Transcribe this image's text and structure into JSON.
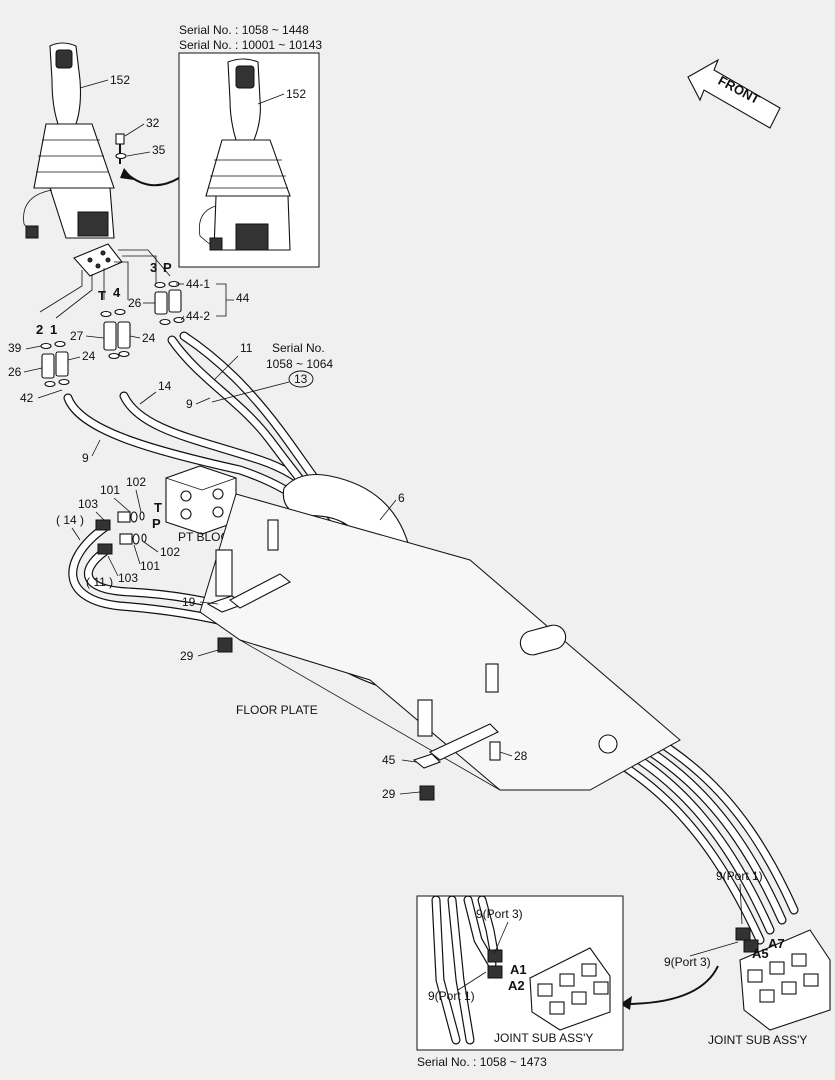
{
  "serial_top_1": "Serial No. : 1058 ~ 1448",
  "serial_top_2": "Serial No. : 10001 ~ 10143",
  "serial_bottom": "Serial No. : 1058 ~ 1473",
  "serial_mid_1": "Serial No.",
  "serial_mid_2": "1058 ~ 1064",
  "front_label": "FRONT",
  "pt_block_label": "PT BLOCK",
  "floor_plate_label": "FLOOR PLATE",
  "joint_label": "JOINT SUB ASS'Y",
  "port_labels": {
    "T": "T",
    "P": "P",
    "n1": "1",
    "n2": "2",
    "n3": "3",
    "n4": "4"
  },
  "hose_labels": {
    "port1_right": "9(Port 1)",
    "port3_right": "9(Port 3)",
    "port3_inset": "9(Port 3)",
    "port1_inset": "9(Port 1)",
    "A1": "A1",
    "A2": "A2",
    "A5": "A5",
    "A7": "A7"
  },
  "part_numbers": {
    "p152": "152",
    "p152b": "152",
    "p32": "32",
    "p35": "35",
    "p44_1": "44-1",
    "p44": "44",
    "p44_2": "44-2",
    "p26a": "26",
    "p26b": "26",
    "p27": "27",
    "p24a": "24",
    "p24b": "24",
    "p39": "39",
    "p42": "42",
    "p9a": "9",
    "p9b": "9",
    "p11": "11",
    "p14": "14",
    "p13": "13",
    "p6": "6",
    "p101a": "101",
    "p101b": "101",
    "p102a": "102",
    "p102b": "102",
    "p103a": "103",
    "p103b": "103",
    "p14p": "( 14 )",
    "p11p": "( 11 )",
    "p19": "19",
    "p29a": "29",
    "p29b": "29",
    "p45": "45",
    "p28": "28"
  }
}
